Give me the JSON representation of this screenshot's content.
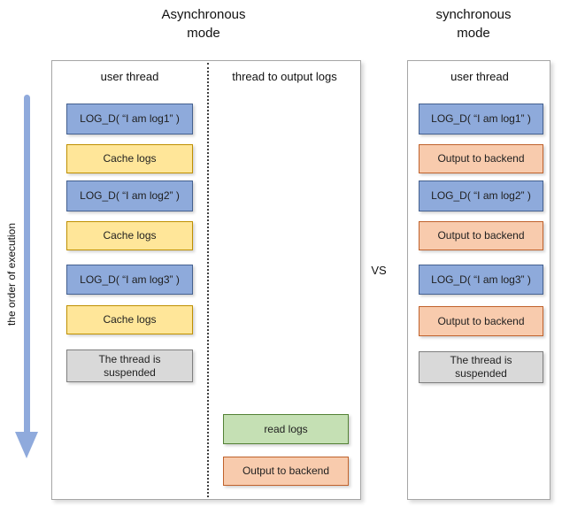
{
  "titles": {
    "left": "Asynchronous\nmode",
    "right": "synchronous\nmode"
  },
  "vs_label": "VS",
  "arrow": {
    "label": "the order of execution",
    "direction": "down",
    "color": "#8FAADC"
  },
  "colors": {
    "log_call_fill": "#8EAADB",
    "log_call_border": "#44608F",
    "cache_fill": "#FFE699",
    "cache_border": "#BF9000",
    "output_fill": "#F8CBAD",
    "output_border": "#C0622C",
    "read_fill": "#C5E0B4",
    "read_border": "#538135",
    "suspended_fill": "#D9D9D9",
    "suspended_border": "#7F7F7F"
  },
  "left_panel": {
    "headers": {
      "user_thread": "user thread",
      "output_thread": "thread to output logs"
    },
    "user_thread_steps": [
      {
        "label": "LOG_D( “I am log1” )",
        "type": "blue"
      },
      {
        "label": "Cache logs",
        "type": "yellow"
      },
      {
        "label": "LOG_D( “I am log2” )",
        "type": "blue"
      },
      {
        "label": "Cache logs",
        "type": "yellow"
      },
      {
        "label": "LOG_D( “I am log3” )",
        "type": "blue"
      },
      {
        "label": "Cache logs",
        "type": "yellow"
      },
      {
        "label": "The thread is\nsuspended",
        "type": "gray"
      }
    ],
    "output_thread_steps": [
      {
        "label": "read logs",
        "type": "green"
      },
      {
        "label": "Output to backend",
        "type": "orange"
      }
    ]
  },
  "right_panel": {
    "headers": {
      "user_thread": "user thread"
    },
    "user_thread_steps": [
      {
        "label": "LOG_D( “I am log1” )",
        "type": "blue"
      },
      {
        "label": "Output to backend",
        "type": "orange"
      },
      {
        "label": "LOG_D( “I am log2” )",
        "type": "blue"
      },
      {
        "label": "Output to backend",
        "type": "orange"
      },
      {
        "label": "LOG_D( “I am log3” )",
        "type": "blue"
      },
      {
        "label": "Output to backend",
        "type": "orange"
      },
      {
        "label": "The thread is\nsuspended",
        "type": "gray"
      }
    ]
  }
}
